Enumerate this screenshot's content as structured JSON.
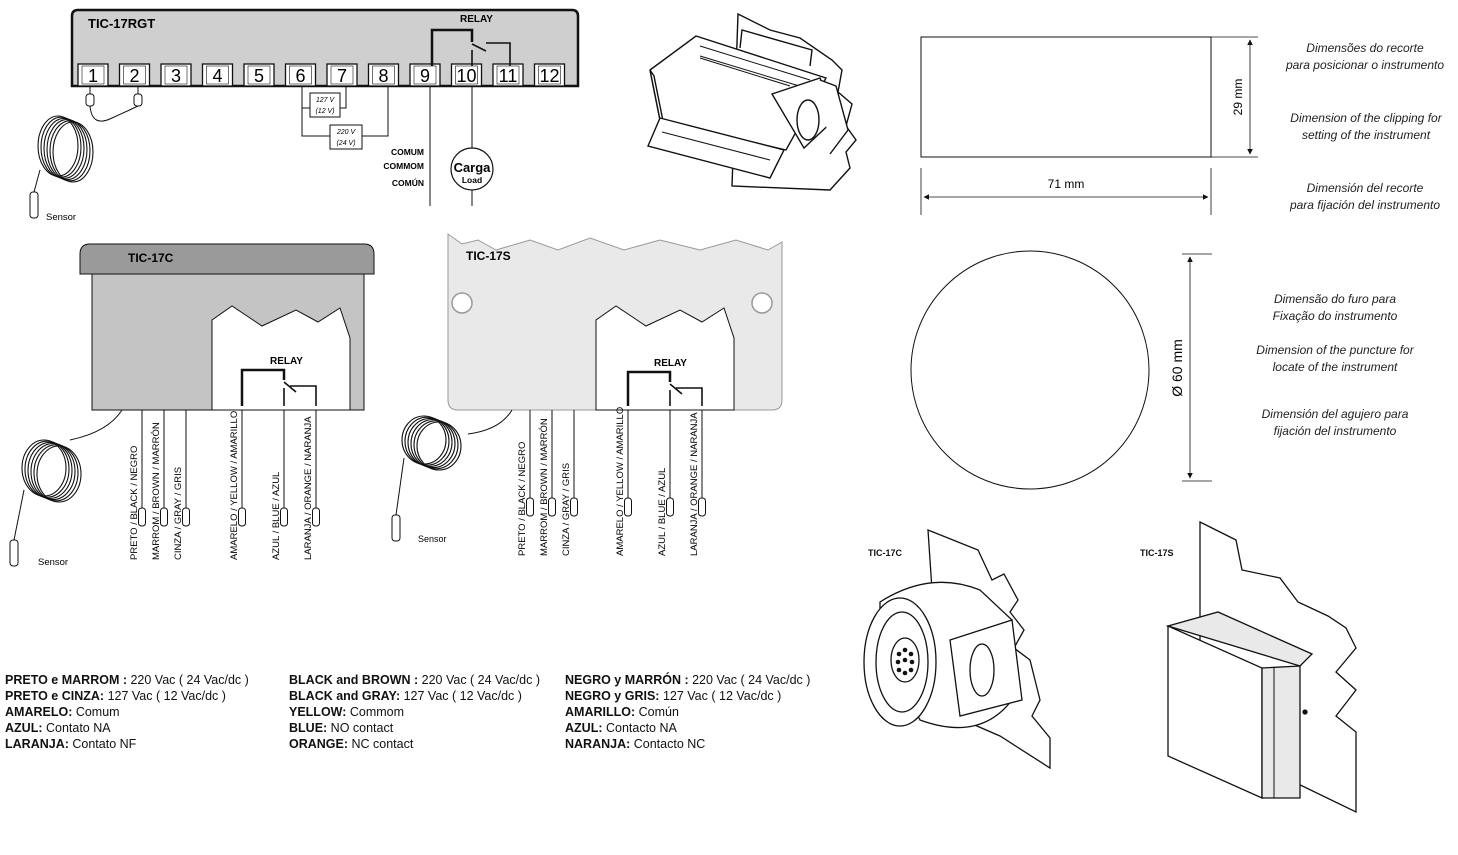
{
  "top": {
    "model": "TIC-17RGT",
    "relay": "RELAY",
    "terminals": [
      "1",
      "2",
      "3",
      "4",
      "5",
      "6",
      "7",
      "8",
      "9",
      "10",
      "11",
      "12"
    ],
    "v127": "127 V",
    "v12": "(12 V)",
    "v220": "220 V",
    "v24": "(24 V)",
    "common": [
      "COMUM",
      "COMMOM",
      "COMÚN"
    ],
    "load_main": "Carga",
    "load_sub": "Load",
    "sensor": "Sensor"
  },
  "c17": {
    "title": "TIC-17C",
    "relay": "RELAY",
    "sensor": "Sensor",
    "wires": [
      "PRETO / BLACK / NEGRO",
      "MARROM / BROWN / MARRÓN",
      "CINZA / GRAY / GRIS",
      "AMARELO / YELLOW / AMARILLO",
      "AZUL / BLUE / AZUL",
      "LARANJA / ORANGE / NARANJA"
    ]
  },
  "s17": {
    "title": "TIC-17S",
    "relay": "RELAY",
    "sensor": "Sensor",
    "wires": [
      "PRETO / BLACK / NEGRO",
      "MARROM / BROWN / MARRÓN",
      "CINZA / GRAY / GRIS",
      "AMARELO / YELLOW / AMARILLO",
      "AZUL / BLUE / AZUL",
      "LARANJA / ORANGE / NARANJA"
    ]
  },
  "cutout": {
    "height": "29 mm",
    "width": "71 mm",
    "pt": [
      "Dimensões do recorte",
      "para posicionar o instrumento"
    ],
    "en": [
      "Dimension of the clipping for",
      "setting of the instrument"
    ],
    "es": [
      "Dimensión del recorte",
      "para fijación del instrumento"
    ]
  },
  "hole": {
    "diameter": "Ø 60 mm",
    "pt": [
      "Dimensão do furo para",
      "Fixação do instrumento"
    ],
    "en": [
      "Dimension of the puncture for",
      "locate of the instrument"
    ],
    "es": [
      "Dimensión del agujero para",
      "fijación del instrumento"
    ]
  },
  "mounts": {
    "c": "TIC-17C",
    "s": "TIC-17S"
  },
  "legend": {
    "pt": [
      {
        "b": "PRETO e MARROM :",
        "t": " 220 Vac ( 24 Vac/dc )"
      },
      {
        "b": "PRETO e CINZA:",
        "t": " 127 Vac ( 12 Vac/dc )"
      },
      {
        "b": "AMARELO:",
        "t": " Comum"
      },
      {
        "b": "AZUL:",
        "t": " Contato NA"
      },
      {
        "b": "LARANJA:",
        "t": "  Contato NF"
      }
    ],
    "en": [
      {
        "b": "BLACK and BROWN :",
        "t": " 220 Vac ( 24 Vac/dc )"
      },
      {
        "b": "BLACK and GRAY:",
        "t": " 127 Vac ( 12 Vac/dc )"
      },
      {
        "b": "YELLOW:",
        "t": " Commom"
      },
      {
        "b": "BLUE:",
        "t": " NO contact"
      },
      {
        "b": "ORANGE:",
        "t": "  NC contact"
      }
    ],
    "es": [
      {
        "b": "NEGRO y MARRÓN :",
        "t": " 220 Vac ( 24 Vac/dc )"
      },
      {
        "b": "NEGRO y GRIS:",
        "t": " 127 Vac ( 12 Vac/dc )"
      },
      {
        "b": "AMARILLO:",
        "t": " Común"
      },
      {
        "b": "AZUL:",
        "t": " Contacto NA"
      },
      {
        "b": "NARANJA:",
        "t": "  Contacto NC"
      }
    ]
  },
  "colors": {
    "ink": "#111111",
    "box_gray": "#c4c4c4",
    "lid_gray": "#9a9a9a",
    "panel_light": "#e9e9e9"
  }
}
